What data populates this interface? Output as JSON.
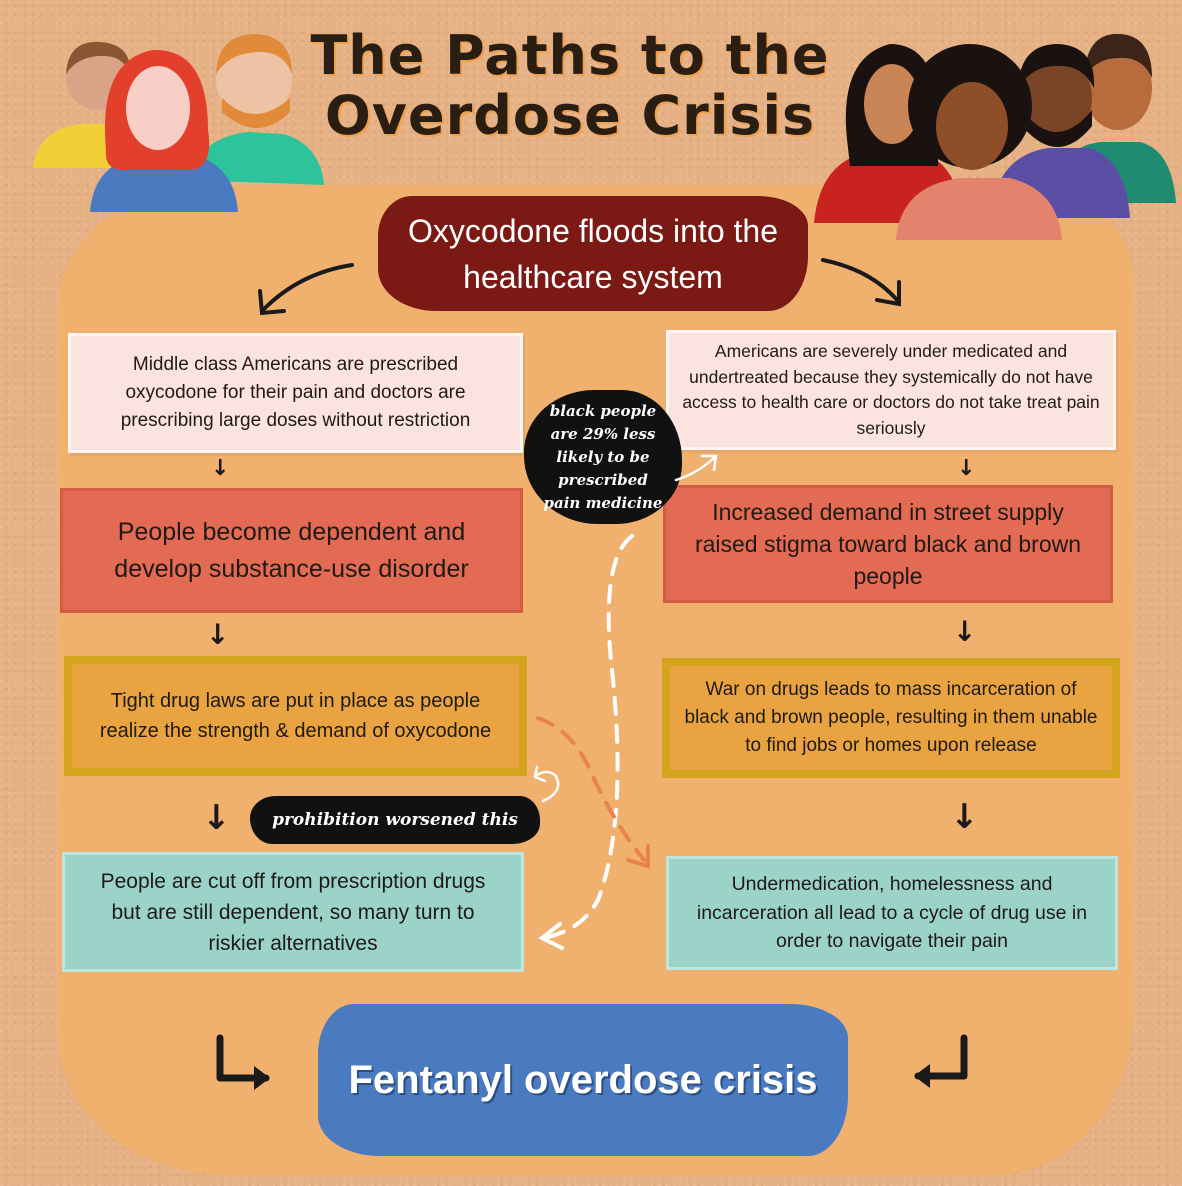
{
  "title": {
    "line1": "The Paths to the",
    "line2": "Overdose Crisis"
  },
  "top_node": "Oxycodone floods into the healthcare system",
  "left_column": {
    "step1": "Middle class Americans are prescribed oxycodone for their pain and doctors are prescribing large doses without restriction",
    "step2": "People become dependent and develop substance-use disorder",
    "step3": "Tight drug laws are put in place as people realize the strength & demand of oxycodone",
    "step4": "People are cut off from prescription drugs but are still dependent, so many turn to riskier alternatives"
  },
  "right_column": {
    "step1": "Americans are severely under medicated and undertreated because they systemically do not have access to health care or doctors do not take treat pain seriously",
    "step2": "Increased demand in street supply raised stigma toward black and brown people",
    "step3": "War on drugs leads to mass incarceration of black and brown people, resulting in them unable to find jobs or homes upon release",
    "step4": "Undermedication, homelessness and incarceration all lead to a cycle of drug use in order to navigate their pain"
  },
  "notes": {
    "black_people": "black people are 29% less likely to be prescribed pain medicine",
    "prohibition": "prohibition worsened this"
  },
  "bottom_node": "Fentanyl overdose crisis",
  "colors": {
    "background": "#e6b184",
    "blob": "#f0b06e",
    "top_node": "#7b1914",
    "pink_box": "#fbe3df",
    "red_box": "#e36a53",
    "gold_box": "#e9a441",
    "gold_border": "#d3a41d",
    "teal_box": "#9bd3c9",
    "bottom_node": "#4a7bc0"
  }
}
